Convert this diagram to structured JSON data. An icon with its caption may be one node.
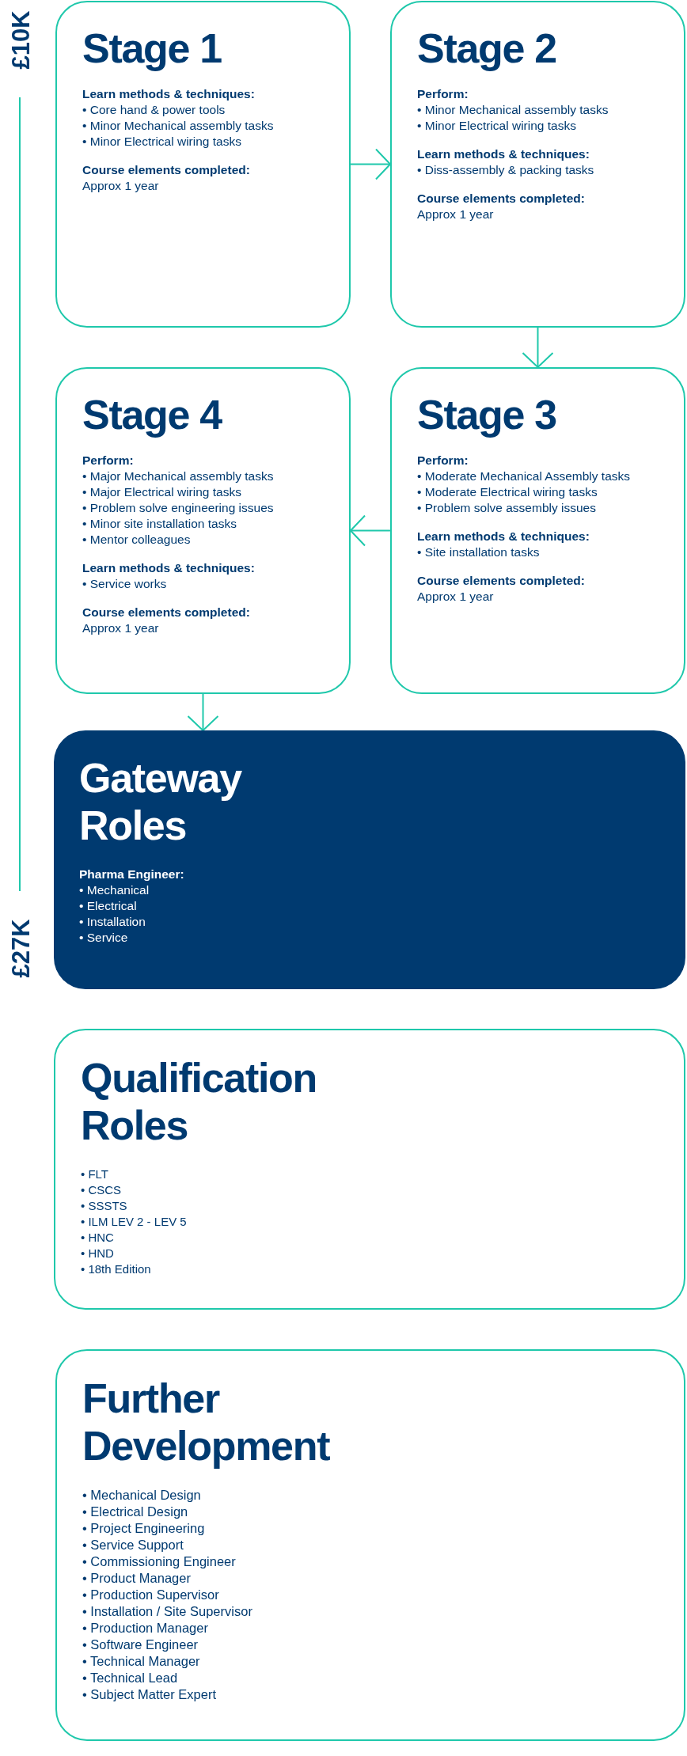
{
  "diagram": {
    "nodes": [
      {
        "text": [
          "Stage 1",
          "Learn methods & techniques:",
          "• Core hand & power tools",
          "• Minor Mechanical assembly tasks",
          "• Minor Electrical wiring tasks",
          "Course elements completed:",
          "Approx 1 year"
        ]
      },
      {
        "text": [
          "Stage 2",
          "Perform:",
          "• Minor Mechanical assembly tasks",
          "• Minor Electrical wiring tasks",
          "Learn methods & techniques:",
          "• Diss-assembly & packing tasks",
          "Course elements completed:",
          "Approx 1 year"
        ]
      },
      {
        "text": [
          "Stage 4",
          "Perform:",
          "• Major Mechanical assembly tasks",
          "• Major Electrical wiring tasks",
          "• Problem solve engineering issues",
          "• Minor site installation tasks",
          "• Mentor colleagues",
          "Learn methods & techniques:",
          "• Service works",
          "Course elements completed:",
          "Approx 1 year"
        ]
      },
      {
        "text": [
          "Stage 3",
          "Perform:",
          "• Moderate Mechanical Assembly tasks",
          "• Moderate Electrical wiring tasks",
          "• Problem solve assembly issues",
          "Learn methods & techniques:",
          "• Site installation tasks",
          "Course elements completed:",
          "Approx 1 year"
        ]
      },
      {
        "text": [
          "Gateway Roles",
          "Pharma Engineer:",
          "• Mechanical",
          "• Electrical",
          "• Installation",
          "• Service"
        ]
      },
      {
        "text": [
          "Qualification Roles",
          "• FLT",
          "• CSCS",
          "• SSSTS",
          "• ILM LEV 2 - LEV 5",
          "• HNC",
          "• HND",
          "• 18th Edition"
        ]
      },
      {
        "text": [
          "Further Development",
          "• Mechanical Design",
          "• Electrical Design",
          "• Project Engineering",
          "• Service Support",
          "• Commissioning Engineer",
          "• Product Manager",
          "• Production Supervisor",
          "• Installation / Site Supervisor",
          "• Production Manager",
          "• Software Engineer",
          "• Technical Manager",
          "• Technical Lead",
          "• Subject Matter Expert"
        ]
      }
    ],
    "edges": [
      {
        "from": 0,
        "to": 1,
        "arrow": "to"
      },
      {
        "from": 1,
        "to": 3,
        "arrow": "to"
      },
      {
        "from": 3,
        "to": 2,
        "arrow": "to"
      },
      {
        "from": 2,
        "to": 4,
        "arrow": "to"
      }
    ],
    "labels": [
      "£10K",
      "£27K"
    ]
  }
}
